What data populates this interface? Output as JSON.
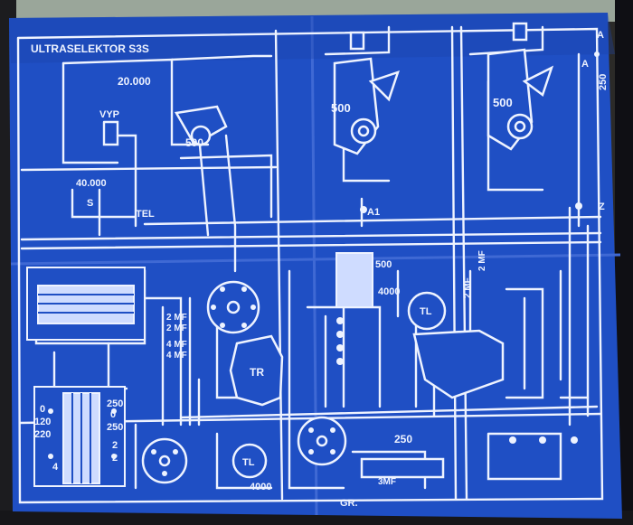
{
  "photo": {
    "title": "ULTRASELEKTOR S3S",
    "labels": {
      "r20000": "20.000",
      "vyp": "VYP",
      "r500_left": "500",
      "r500_mid": "500",
      "r500_right": "500",
      "r40000": "40.000",
      "s_label": "S",
      "tel": "TEL",
      "a1": "A1",
      "z": "Z",
      "a_top": "A",
      "a_side": "A",
      "v250_side": "250",
      "r500_center": "500",
      "r4000_center": "4000",
      "tl_center": "TL",
      "tr": "TR",
      "mf1": "2 MF",
      "mf2": "2 MF",
      "mf3": "4 MF",
      "mf4": "4 MF",
      "t0": "0",
      "t120": "120",
      "t220": "220",
      "t250a": "250",
      "t250b": "250",
      "t2a": "2",
      "t0b": "0",
      "t2b": "2",
      "t4": "4",
      "tl_bottom": "TL",
      "r4000_bottom": "4000",
      "v250_bottom": "250",
      "mf_bottom": "3MF",
      "gr": "GR.",
      "mf_vertical": "2 MF",
      "mf_vertical2": "2 MF"
    },
    "colors": {
      "paper": "#1f4fc4",
      "paper_dark": "#1a43a8",
      "ink": "#eef3ff"
    }
  }
}
